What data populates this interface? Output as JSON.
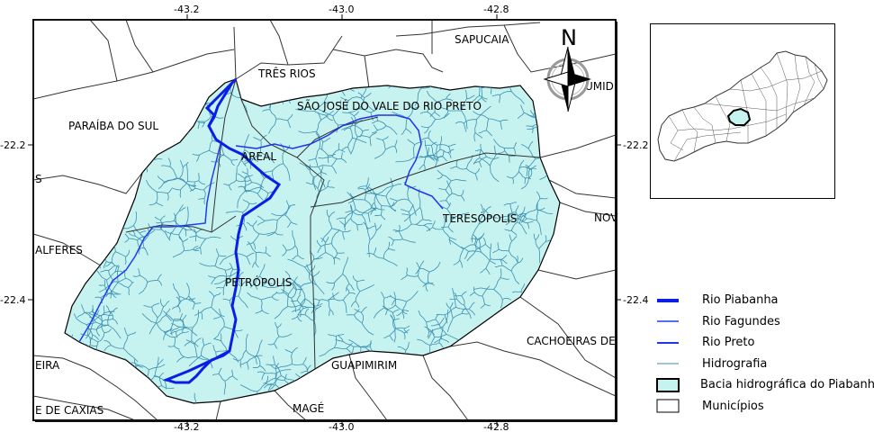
{
  "axes": {
    "top": [
      "-43.2",
      "-43.0",
      "-42.8"
    ],
    "bottom": [
      "-43.2",
      "-43.0",
      "-42.8"
    ],
    "left": [
      "-22.2",
      "-22.4"
    ],
    "right": [
      "-22.2",
      "-22.4"
    ]
  },
  "north_arrow": {
    "label": "N"
  },
  "municipalities": {
    "sapucaia": "SAPUCAIA",
    "tres_rios": "TRÊS RIOS",
    "sao_jose": "SÃO JOSÉ DO VALE DO RIO PRETO",
    "sumidouro_partial": "UMID",
    "paraiba_do_sul": "PARAÍBA DO SUL",
    "areal": "AREAL",
    "partial_s": "S",
    "teresopolis": "TERESÓPOLIS",
    "nova_friburgo_partial": "NOV",
    "alferes_partial": "ALFERES",
    "petropolis": "PETRÓPOLIS",
    "cachoeiras": "CACHOEIRAS DE",
    "eira_partial": "EIRA",
    "guapimirim": "GUAPIMIRIM",
    "caxias_partial": "E DE CAXIAS",
    "mage": "MAGÉ"
  },
  "legend": [
    {
      "label": "Rio Piabanha",
      "symbol": "thick-line",
      "color": "#0a1ee6"
    },
    {
      "label": "Rio Fagundes",
      "symbol": "line",
      "color": "#1f3cf0"
    },
    {
      "label": "Rio Preto",
      "symbol": "line",
      "color": "#2233ee"
    },
    {
      "label": "Hidrografia",
      "symbol": "thin-line",
      "color": "#3a8fb0"
    },
    {
      "label": "Bacia hidrográfica do Piabanha",
      "symbol": "polygon",
      "color": "#c6f2f0"
    },
    {
      "label": "Municípios",
      "symbol": "polygon",
      "color": "#ffffff"
    }
  ],
  "colors": {
    "basin_fill": "#c6f2f0",
    "hydrography": "#3a8fb0",
    "main_river": "#0a1ee6",
    "frame": "#111111"
  }
}
